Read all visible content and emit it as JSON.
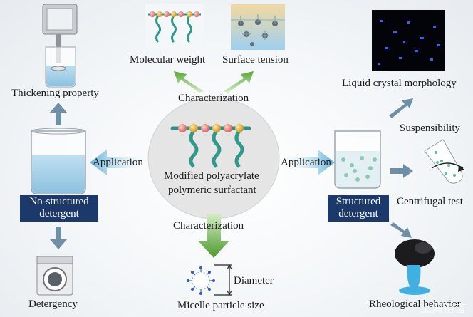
{
  "center": {
    "line1": "Modified polyacrylate",
    "line2": "polymeric surfactant"
  },
  "top": {
    "characterization": "Characterization",
    "molecular_weight": "Molecular weight",
    "surface_tension": "Surface tension"
  },
  "bottom": {
    "characterization": "Characterization",
    "diameter": "Diameter",
    "micelle": "Micelle particle size"
  },
  "left": {
    "application": "Application",
    "thickening": "Thickening property",
    "box_line1": "No-structured",
    "box_line2": "detergent",
    "detergency": "Detergency"
  },
  "right": {
    "application": "Application",
    "box_line1": "Structured",
    "box_line2": "detergent",
    "liquid_crystal": "Liquid crystal morphology",
    "suspensibility": "Suspensibility",
    "centrifugal": "Centrifugal test",
    "rheological": "Rheological behavior"
  },
  "watermark": "上海谓言"
}
